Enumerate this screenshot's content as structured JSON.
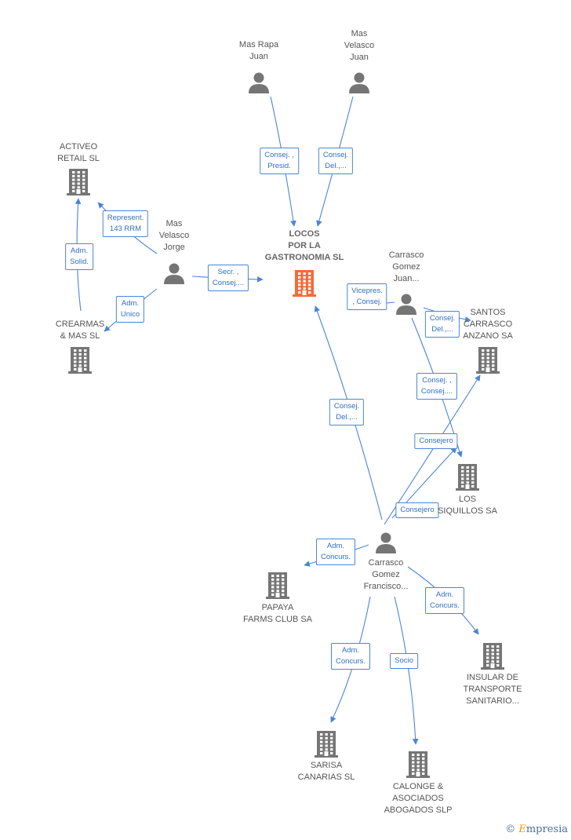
{
  "nodes": [
    {
      "id": "mas_rapa",
      "label": "Mas Rapa\nJuan",
      "type": "person"
    },
    {
      "id": "mas_velasco_juan",
      "label": "Mas\nVelasco\nJuan",
      "type": "person"
    },
    {
      "id": "activeo",
      "label": "ACTIVEO\nRETAIL  SL",
      "type": "company"
    },
    {
      "id": "mas_velasco_jorge",
      "label": "Mas\nVelasco\nJorge",
      "type": "person"
    },
    {
      "id": "locos",
      "label": "LOCOS\nPOR LA\nGASTRONOMIA SL",
      "type": "focus"
    },
    {
      "id": "carrasco_juan",
      "label": "Carrasco\nGomez\nJuan...",
      "type": "person"
    },
    {
      "id": "crearmas",
      "label": "CREARMAS\n& MAS SL",
      "type": "company"
    },
    {
      "id": "santos",
      "label": "SANTOS\nCARRASCO\nANZANO SA",
      "type": "company"
    },
    {
      "id": "los_siquillos",
      "label": "LOS\nSIQUILLOS SA",
      "type": "company"
    },
    {
      "id": "carrasco_francisco",
      "label": "Carrasco\nGomez\nFrancisco...",
      "type": "person"
    },
    {
      "id": "papaya",
      "label": "PAPAYA\nFARMS CLUB SA",
      "type": "company"
    },
    {
      "id": "insular",
      "label": "INSULAR DE\nTRANSPORTE\nSANITARIO...",
      "type": "company"
    },
    {
      "id": "sarisa",
      "label": "SARISA\nCANARIAS SL",
      "type": "company"
    },
    {
      "id": "calonge",
      "label": "CALONGE &\nASOCIADOS\nABOGADOS SLP",
      "type": "company"
    }
  ],
  "edges": [
    {
      "from": "mas_rapa",
      "to": "locos",
      "label": "Consej. ,\nPresid."
    },
    {
      "from": "mas_velasco_juan",
      "to": "locos",
      "label": "Consej.\nDel.,..."
    },
    {
      "from": "mas_velasco_jorge",
      "to": "activeo",
      "label": "Represent.\n143 RRM"
    },
    {
      "from": "crearmas",
      "to": "activeo",
      "label": "Adm.\nSolid."
    },
    {
      "from": "mas_velasco_jorge",
      "to": "crearmas",
      "label": "Adm.\nUnico"
    },
    {
      "from": "mas_velasco_jorge",
      "to": "locos",
      "label": "Secr. ,\nConsej...."
    },
    {
      "from": "carrasco_juan",
      "to": "locos",
      "label": "Vicepres.\n, Consej."
    },
    {
      "from": "carrasco_juan",
      "to": "santos",
      "label": "Consej.\nDel.,..."
    },
    {
      "from": "carrasco_juan",
      "to": "los_siquillos",
      "label": "Consej. ,\nConsej...."
    },
    {
      "from": "carrasco_francisco",
      "to": "locos",
      "label": "Consej.\nDel.,..."
    },
    {
      "from": "carrasco_francisco",
      "to": "los_siquillos",
      "label": "Consejero"
    },
    {
      "from": "carrasco_francisco",
      "to": "santos",
      "label": "Consejero"
    },
    {
      "from": "carrasco_francisco",
      "to": "papaya",
      "label": "Adm.\nConcurs."
    },
    {
      "from": "carrasco_francisco",
      "to": "insular",
      "label": "Adm.\nConcurs."
    },
    {
      "from": "carrasco_francisco",
      "to": "sarisa",
      "label": "Adm.\nConcurs."
    },
    {
      "from": "carrasco_francisco",
      "to": "calonge",
      "label": "Socio"
    }
  ],
  "colors": {
    "edge": "#4a86d8",
    "icon": "#757575",
    "focus": "#f26b3a"
  },
  "credit": {
    "symbol": "©",
    "brand_first": "E",
    "brand_rest": "mpresia"
  }
}
